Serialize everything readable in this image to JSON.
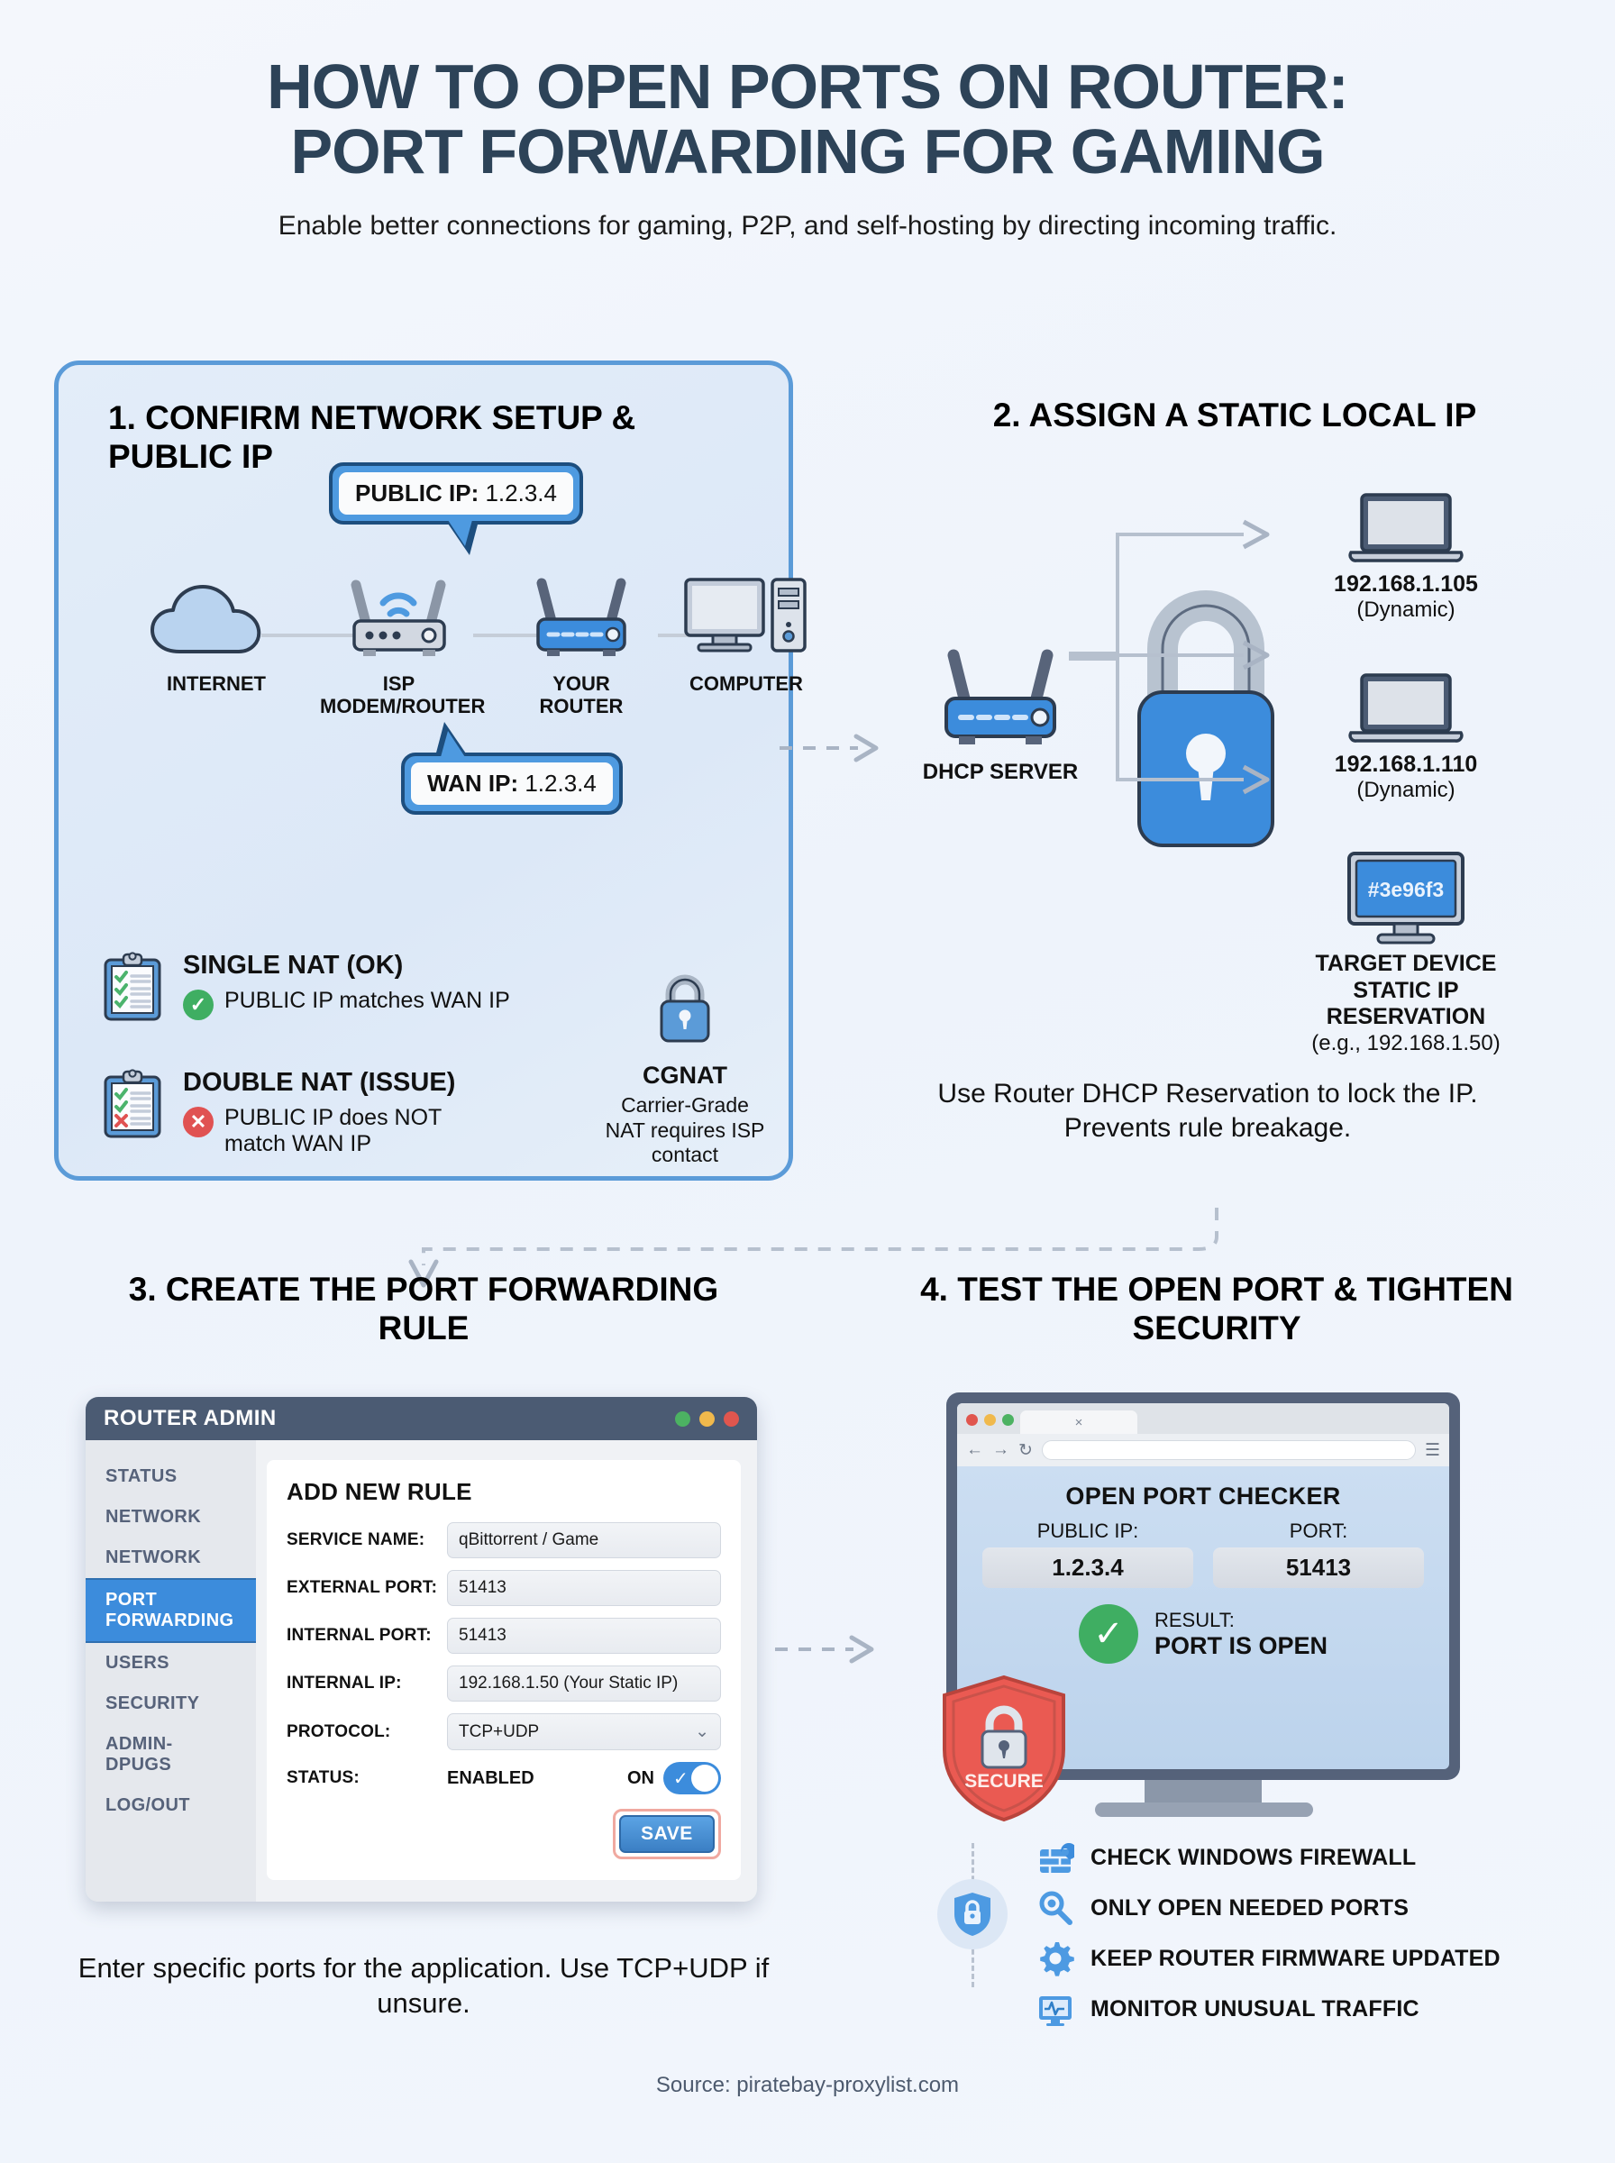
{
  "header": {
    "title_line1": "HOW TO OPEN PORTS ON ROUTER:",
    "title_line2": "PORT FORWARDING FOR GAMING",
    "subtitle": "Enable better connections for gaming, P2P, and self-hosting by directing incoming traffic."
  },
  "colors": {
    "title": "#2d4358",
    "accent_blue": "#3c8cdc",
    "panel_border": "#5b9bd8",
    "success_green": "#3fae62",
    "error_red": "#e05252",
    "secure_red": "#ea5a52",
    "screen_hex": "#3e96f3"
  },
  "step1": {
    "heading": "1. CONFIRM NETWORK SETUP & PUBLIC IP",
    "callout_public": {
      "label": "PUBLIC IP:",
      "value": "1.2.3.4"
    },
    "callout_wan": {
      "label": "WAN IP:",
      "value": "1.2.3.4"
    },
    "chain": [
      {
        "label": "INTERNET",
        "icon": "cloud-icon"
      },
      {
        "label": "ISP MODEM/ROUTER",
        "icon": "modem-icon"
      },
      {
        "label": "YOUR ROUTER",
        "icon": "router-icon"
      },
      {
        "label": "COMPUTER",
        "icon": "desktop-computer-icon"
      }
    ],
    "nat": [
      {
        "title": "SINGLE NAT (OK)",
        "status": "ok",
        "mark": "✓",
        "detail": "PUBLIC IP matches WAN IP"
      },
      {
        "title": "DOUBLE NAT (ISSUE)",
        "status": "bad",
        "mark": "✕",
        "detail": "PUBLIC IP does NOT match WAN IP"
      }
    ],
    "cgnat": {
      "title": "CGNAT",
      "description": "Carrier-Grade NAT requires ISP contact",
      "icon": "padlock-icon"
    }
  },
  "step2": {
    "heading": "2. ASSIGN A STATIC LOCAL IP",
    "server_label": "DHCP SERVER",
    "devices": [
      {
        "ip": "192.168.1.105",
        "note": "(Dynamic)",
        "icon": "laptop-icon"
      },
      {
        "ip": "192.168.1.110",
        "note": "(Dynamic)",
        "icon": "laptop-icon"
      }
    ],
    "target": {
      "screen_text": "#3e96f3",
      "line1": "TARGET DEVICE",
      "line2": "STATIC IP RESERVATION",
      "line3": "(e.g., 192.168.1.50)",
      "icon": "monitor-icon"
    },
    "caption": "Use Router DHCP Reservation to lock the IP. Prevents rule breakage."
  },
  "step3": {
    "heading": "3. CREATE THE PORT FORWARDING RULE",
    "window_title": "ROUTER ADMIN",
    "window_dots": [
      "#4cb262",
      "#f0b94c",
      "#e0564e"
    ],
    "sidebar": [
      {
        "label": "STATUS",
        "active": false
      },
      {
        "label": "NETWORK",
        "active": false
      },
      {
        "label": "NETWORK",
        "active": false
      },
      {
        "label": "PORT FORWARDING",
        "active": true
      },
      {
        "label": "USERS",
        "active": false
      },
      {
        "label": "SECURITY",
        "active": false
      },
      {
        "label": "ADMIN-DPUGS",
        "active": false
      },
      {
        "label": "LOG/OUT",
        "active": false
      }
    ],
    "form_title": "ADD NEW RULE",
    "fields": [
      {
        "label": "SERVICE NAME:",
        "value": "qBittorrent / Game",
        "type": "text"
      },
      {
        "label": "EXTERNAL PORT:",
        "value": "51413",
        "type": "text"
      },
      {
        "label": "INTERNAL PORT:",
        "value": "51413",
        "type": "text"
      },
      {
        "label": "INTERNAL IP:",
        "value": "192.168.1.50 (Your Static IP)",
        "type": "text"
      },
      {
        "label": "PROTOCOL:",
        "value": "TCP+UDP",
        "type": "select"
      }
    ],
    "status_label": "STATUS:",
    "status_value": "ENABLED",
    "toggle_label": "ON",
    "toggle_state": "on",
    "save_label": "SAVE",
    "caption": "Enter specific ports for the application. Use TCP+UDP if unsure."
  },
  "step4": {
    "heading": "4. TEST THE OPEN PORT & TIGHTEN SECURITY",
    "browser": {
      "dots": [
        "#e0564e",
        "#f0b94c",
        "#4cb262"
      ],
      "tab_close": "×",
      "back_icon": "back-arrow-icon",
      "forward_icon": "forward-arrow-icon",
      "reload_icon": "reload-icon",
      "menu_icon": "hamburger-menu-icon",
      "url_value": ""
    },
    "checker": {
      "title": "OPEN PORT CHECKER",
      "public_ip_label": "PUBLIC IP:",
      "public_ip_value": "1.2.3.4",
      "port_label": "PORT:",
      "port_value": "51413",
      "result_label": "RESULT:",
      "result_value": "PORT IS OPEN",
      "result_icon": "check-circle-icon"
    },
    "shield_badge": {
      "text": "SECURE",
      "icon": "shield-lock-icon"
    },
    "tips": [
      {
        "text": "CHECK WINDOWS FIREWALL",
        "icon": "firewall-icon"
      },
      {
        "text": "ONLY OPEN NEEDED PORTS",
        "icon": "magnifier-icon"
      },
      {
        "text": "KEEP ROUTER FIRMWARE UPDATED",
        "icon": "gear-icon"
      },
      {
        "text": "MONITOR UNUSUAL TRAFFIC",
        "icon": "monitor-pulse-icon"
      }
    ]
  },
  "footer": {
    "source": "Source: piratebay-proxylist.com"
  }
}
